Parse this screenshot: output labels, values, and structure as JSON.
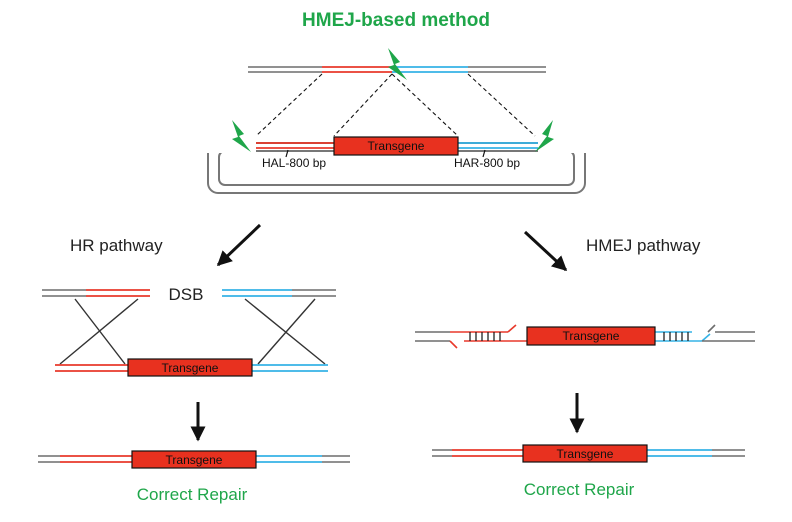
{
  "title": "HMEJ-based method",
  "labels": {
    "hal": "HAL-800 bp",
    "har": "HAR-800 bp",
    "hr_pathway": "HR pathway",
    "hmej_pathway": "HMEJ pathway",
    "dsb": "DSB",
    "transgene": "Transgene",
    "correct_repair": "Correct Repair"
  },
  "colors": {
    "title_green": "#1fa64a",
    "left_arm": "#e8392b",
    "right_arm": "#36b3e6",
    "transgene_fill": "#e8311f",
    "dna_gray": "#6d6d6d",
    "cut_bolt": "#1fa64a"
  },
  "icons": [
    "lightning-bolt-icon",
    "arrow-icon"
  ]
}
